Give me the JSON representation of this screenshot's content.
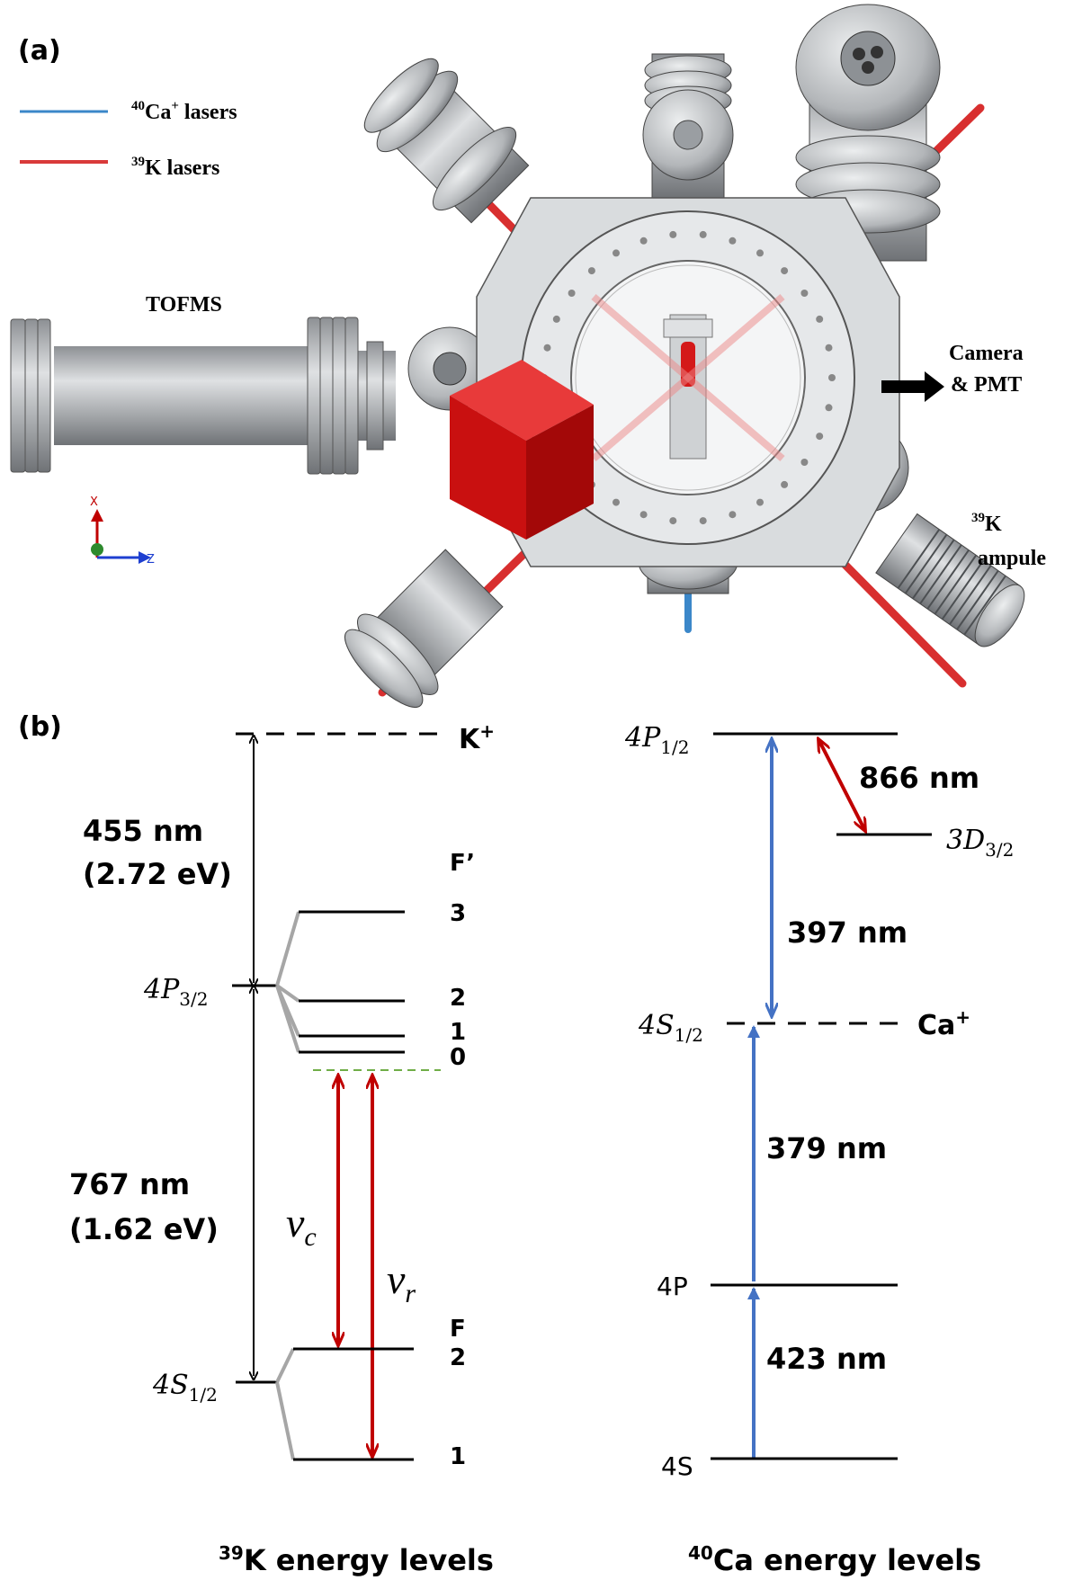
{
  "panel_a": {
    "label": "(a)",
    "legend": [
      {
        "sup": "40",
        "text": "Ca",
        "text_sup": "+",
        "tail": " lasers",
        "color": "#3b87c9"
      },
      {
        "sup": "39",
        "text": "K",
        "text_sup": "",
        "tail": " lasers",
        "color": "#d93a3a"
      }
    ],
    "tofms": "TOFMS",
    "camera_line1": "Camera",
    "camera_line2": "& PMT",
    "ampule_sup": "39",
    "ampule_line1": "K",
    "ampule_line2": "ampule",
    "axis_x": "X",
    "axis_z": "Z"
  },
  "panel_b": {
    "label": "(b)",
    "k": {
      "ion_label": "K",
      "ion_sup": "+",
      "ionization_nm": "455 nm",
      "ionization_ev": "(2.72 eV)",
      "p_label_main": "4P",
      "p_label_sub": "3/2",
      "f_prime_header": "F’",
      "f_prime_levels": [
        "3",
        "2",
        "1",
        "0"
      ],
      "d2_nm": "767 nm",
      "d2_ev": "(1.62 eV)",
      "nu_c": "ν",
      "nu_c_sub": "c",
      "nu_r": "ν",
      "nu_r_sub": "r",
      "s_label_main": "4S",
      "s_label_sub": "1/2",
      "f_header": "F",
      "f_levels": [
        "2",
        "1"
      ],
      "caption_sup": "39",
      "caption": "K energy levels"
    },
    "ca": {
      "p12_main": "4P",
      "p12_sub": "1/2",
      "d32_main": "3D",
      "d32_sub": "3/2",
      "s12_main": "4S",
      "s12_sub": "1/2",
      "ion_label": "Ca",
      "ion_sup": "+",
      "level_4p": "4P",
      "level_4s": "4S",
      "nm_866": "866 nm",
      "nm_397": "397 nm",
      "nm_379": "379 nm",
      "nm_423": "423 nm",
      "caption_sup": "40",
      "caption": "Ca energy levels"
    }
  },
  "colors": {
    "ca_laser": "#3b87c9",
    "k_laser": "#d93a3a",
    "arrow_blue": "#4472c4",
    "arrow_red": "#c00000",
    "gray_line": "#a6a6a6",
    "dashed_green": "#70ad47",
    "metal": "#b9bcbf",
    "block_red": "#d61414"
  }
}
